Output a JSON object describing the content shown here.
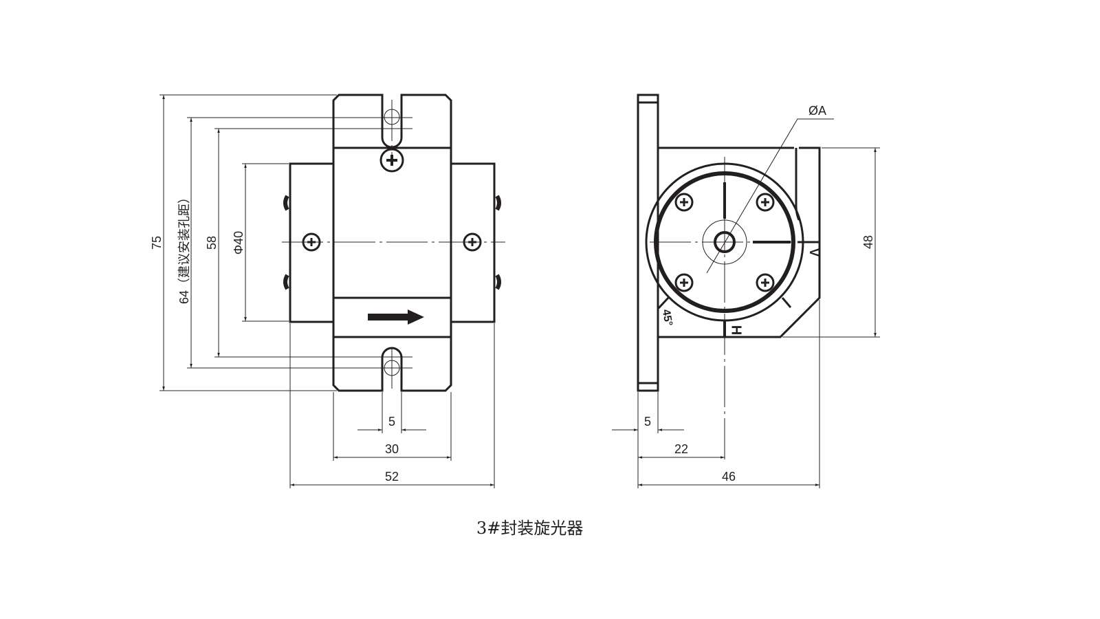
{
  "caption": "3#封装旋光器",
  "front_view": {
    "dims": {
      "overall_height": "75",
      "mount_hole_spacing": "64（建议安装孔距）",
      "inner_height": "58",
      "aperture": "Φ40",
      "slot_width": "5",
      "body_width": "30",
      "overall_width": "52"
    }
  },
  "side_view": {
    "dims": {
      "aperture": "ØA",
      "height": "48",
      "flange": "5",
      "center_offset": "22",
      "overall_depth": "46"
    },
    "marks": {
      "vertical": "V",
      "horizontal": "H",
      "angle": "45°"
    }
  }
}
